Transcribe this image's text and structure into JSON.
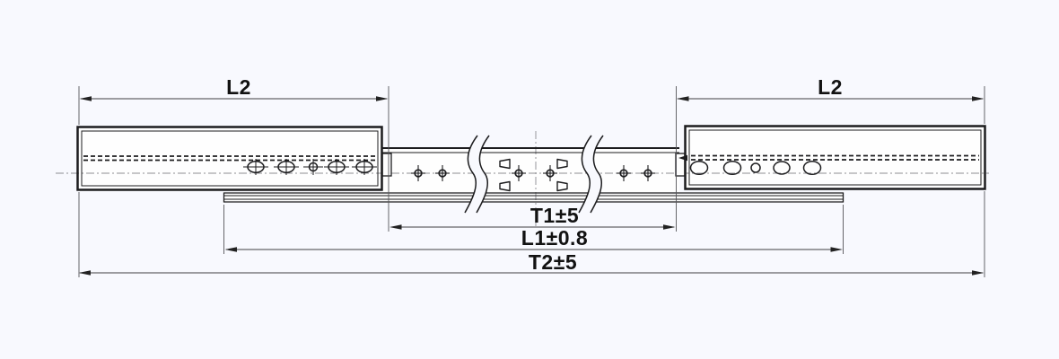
{
  "figure": {
    "description": "Technical line drawing of a fully extended telescopic (full-extension) drawer slide rail, side view, with dimension callouts"
  },
  "dimensions": {
    "l2_left": "L2",
    "l2_right": "L2",
    "t1": "T1±5",
    "l1": "L1±0.8",
    "t2": "T2±5"
  },
  "colors": {
    "background": "#f8f9fe",
    "part_line": "#1c1c1e",
    "dimension_line": "#3f3f42",
    "centerline": "#8d8d92",
    "label_text": "#121212"
  }
}
